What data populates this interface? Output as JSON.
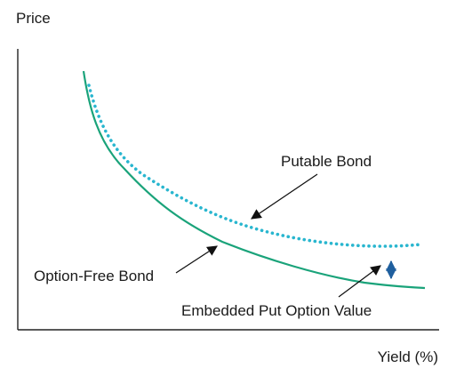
{
  "axes": {
    "y_label": "Price",
    "x_label": "Yield (%)"
  },
  "curves": {
    "putable": {
      "label": "Putable Bond",
      "color": "#29b6cf",
      "style": "dotted"
    },
    "option_free": {
      "label": "Option-Free Bond",
      "color": "#1aa37a",
      "style": "solid"
    }
  },
  "annotation": {
    "label": "Embedded Put Option Value",
    "color": "#1f5f9e"
  },
  "colors": {
    "axis": "#222222",
    "arrow": "#111111"
  }
}
